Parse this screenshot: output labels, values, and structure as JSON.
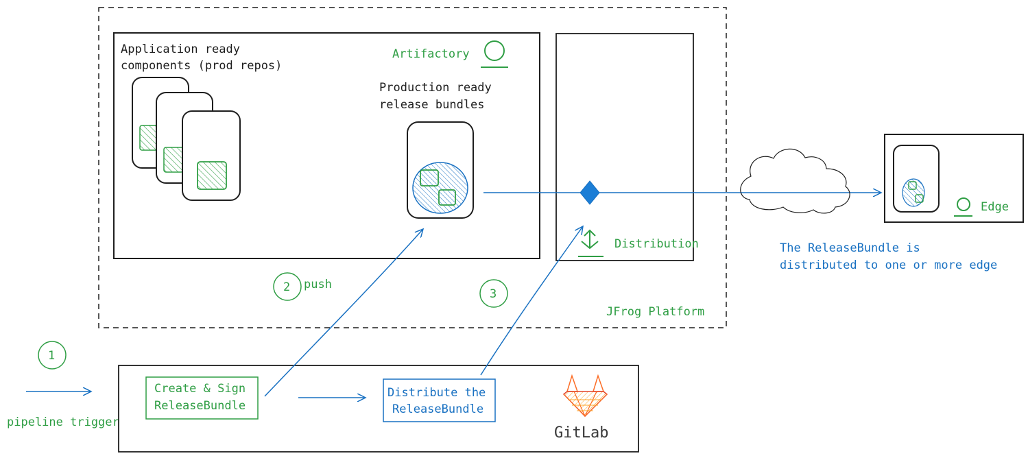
{
  "diagram": {
    "platform_label": "JFrog Platform",
    "artifactory": {
      "label": "Artifactory",
      "app_components_text": [
        "Application ready",
        "components (prod repos)"
      ],
      "release_bundles_text": [
        "Production ready",
        "release bundles"
      ]
    },
    "distribution_label": "Distribution",
    "edge": {
      "label": "Edge",
      "note": [
        "The ReleaseBundle is",
        "distributed to one or more edge"
      ]
    },
    "steps": {
      "step1": "1",
      "step2": "2",
      "step2_label": "push",
      "step3": "3",
      "trigger_label": "pipeline trigger"
    },
    "gitlab": {
      "logo_text": "GitLab",
      "create_box": [
        "Create & Sign",
        "ReleaseBundle"
      ],
      "distribute_box": [
        "Distribute the",
        "ReleaseBundle"
      ]
    },
    "colors": {
      "green": "#2f9e44",
      "blue": "#1971c2",
      "black": "#1e1e1e",
      "gitlab_orange": "#e24329"
    }
  }
}
